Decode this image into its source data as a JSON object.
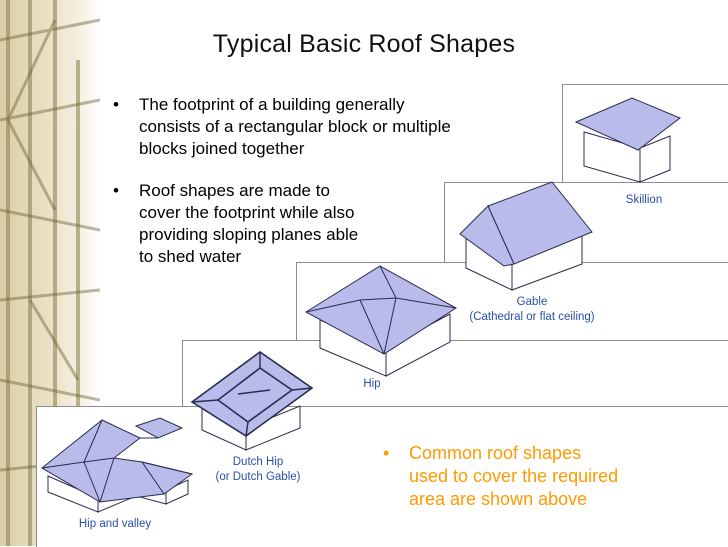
{
  "title": "Typical Basic Roof Shapes",
  "bullets": [
    "The footprint of a building generally\nconsists of a rectangular block or multiple\nblocks joined together",
    "Roof shapes are made to\ncover the footprint while also\nproviding sloping planes able\nto shed water"
  ],
  "note": "Common roof shapes\nused to cover the required\narea are shown above",
  "bullet_glyph": "•",
  "roofs": [
    {
      "label": "Skillion"
    },
    {
      "label": "Gable\n(Cathedral or flat ceiling)"
    },
    {
      "label": "Hip"
    },
    {
      "label": "Dutch Hip\n(or Dutch Gable)"
    },
    {
      "label": "Hip and valley"
    }
  ],
  "colors": {
    "roof_fill": "#b9bcea",
    "roof_stroke": "#2b2b50",
    "caption": "#2a4ea8",
    "note": "#ff9a00"
  }
}
